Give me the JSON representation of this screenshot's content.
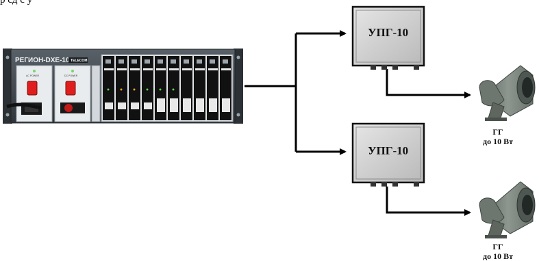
{
  "caption_fragment": "р сд  с у",
  "rack": {
    "title": "РЕГИОН-DXE-10S",
    "brand": "TELECOM",
    "left_psu_label": "AC POWER",
    "right_psu_label": "DC POWER"
  },
  "amplifiers": [
    {
      "label": "УПГ-10"
    },
    {
      "label": "УПГ-10"
    }
  ],
  "speakers": [
    {
      "label_line1": "ГГ",
      "label_line2": "до 10 Вт"
    },
    {
      "label_line1": "ГГ",
      "label_line2": "до 10 Вт"
    }
  ],
  "colors": {
    "rack_body": "#3f464d",
    "rack_ears": "#2c3136",
    "amp_box": "#d2d2d2",
    "speaker_body": "#7c857e",
    "connector": "#000000",
    "psu_switch": "#e01e1e"
  }
}
